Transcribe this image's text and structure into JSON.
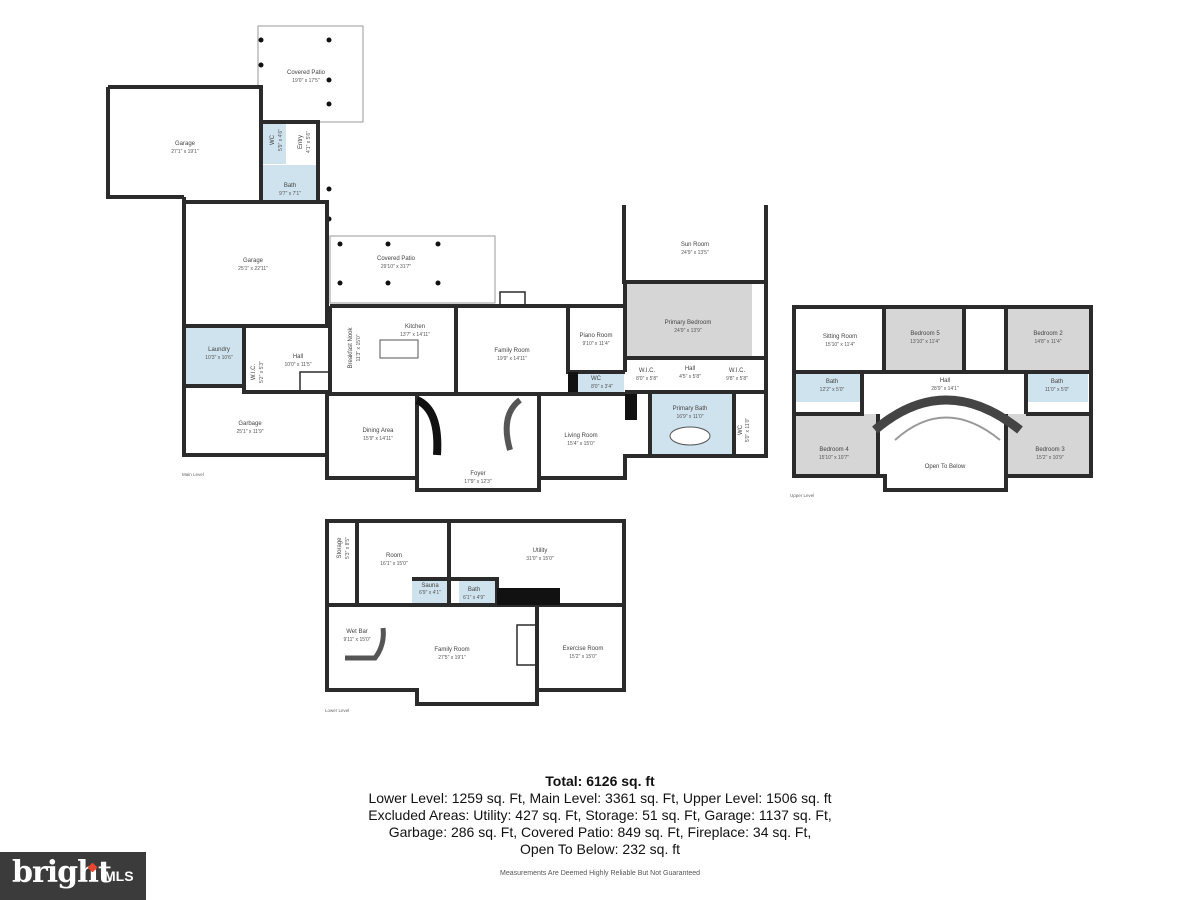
{
  "levels": {
    "main": "Main Level",
    "upper": "Upper Level",
    "lower": "Lower Level"
  },
  "rooms": {
    "covered_patio_top": {
      "name": "Covered Patio",
      "dim": "19'0\" x 17'5\""
    },
    "garage_1": {
      "name": "Garage",
      "dim": "27'1\" x 19'1\""
    },
    "wc_main": {
      "name": "WC",
      "dim": "5'9\" x 4'6\""
    },
    "entry": {
      "name": "Entry",
      "dim": "4'1\" x 5'6\""
    },
    "bath_main": {
      "name": "Bath",
      "dim": "9'7\" x 7'1\""
    },
    "garage_2": {
      "name": "Garage",
      "dim": "25'1\" x 22'11\""
    },
    "covered_patio_mid": {
      "name": "Covered Patio",
      "dim": "29'10\" x 31'7\""
    },
    "sun_room": {
      "name": "Sun Room",
      "dim": "24'9\" x 13'5\""
    },
    "primary_bedroom": {
      "name": "Primary Bedroom",
      "dim": "24'9\" x 13'9\""
    },
    "laundry": {
      "name": "Laundry",
      "dim": "10'3\" x 10'6\""
    },
    "wic_laundry": {
      "name": "W.I.C.",
      "dim": "5'2\" x 5'3\""
    },
    "hall_main": {
      "name": "Hall",
      "dim": "10'0\" x 11'5\""
    },
    "breakfast_nook": {
      "name": "Breakfast Nook",
      "dim": "11'3\" x 15'0\""
    },
    "kitchen": {
      "name": "Kitchen",
      "dim": "13'7\" x 14'11\""
    },
    "family_room_main": {
      "name": "Family Room",
      "dim": "19'9\" x 14'11\""
    },
    "piano_room": {
      "name": "Piano Room",
      "dim": "9'10\" x 11'4\""
    },
    "wc_piano": {
      "name": "WC",
      "dim": "8'0\" x 3'4\""
    },
    "wic_1": {
      "name": "W.I.C.",
      "dim": "8'0\" x 5'8\""
    },
    "hall_primary": {
      "name": "Hall",
      "dim": "4'5\" x 5'8\""
    },
    "wic_2": {
      "name": "W.I.C.",
      "dim": "9'8\" x 5'8\""
    },
    "garbage": {
      "name": "Garbage",
      "dim": "25'1\" x 11'9\""
    },
    "dining_area": {
      "name": "Dining Area",
      "dim": "15'9\" x 14'11\""
    },
    "foyer": {
      "name": "Foyer",
      "dim": "17'9\" x 12'3\""
    },
    "living_room": {
      "name": "Living Room",
      "dim": "15'4\" x 15'0\""
    },
    "primary_bath": {
      "name": "Primary Bath",
      "dim": "16'9\" x 11'0\""
    },
    "primary_wc": {
      "name": "WC",
      "dim": "5'0\" x 11'0\""
    },
    "sitting_room": {
      "name": "Sitting Room",
      "dim": "15'10\" x 11'4\""
    },
    "bedroom_5": {
      "name": "Bedroom 5",
      "dim": "13'10\" x 11'4\""
    },
    "bedroom_2": {
      "name": "Bedroom 2",
      "dim": "14'8\" x 11'4\""
    },
    "bath_up_left": {
      "name": "Bath",
      "dim": "12'2\" x 5'0\""
    },
    "hall_upper": {
      "name": "Hall",
      "dim": "28'9\" x 14'1\""
    },
    "bath_up_right": {
      "name": "Bath",
      "dim": "11'0\" x 5'0\""
    },
    "bedroom_4": {
      "name": "Bedroom 4",
      "dim": "15'10\" x 10'7\""
    },
    "open_to_below": {
      "name": "Open To Below",
      "dim": ""
    },
    "bedroom_3": {
      "name": "Bedroom 3",
      "dim": "15'2\" x 10'9\""
    },
    "storage": {
      "name": "Storage",
      "dim": "5'3\" x 8'5\""
    },
    "room_lower": {
      "name": "Room",
      "dim": "16'1\" x 15'0\""
    },
    "utility": {
      "name": "Utility",
      "dim": "31'0\" x 15'0\""
    },
    "sauna": {
      "name": "Sauna",
      "dim": "6'9\" x 4'1\""
    },
    "bath_lower": {
      "name": "Bath",
      "dim": "6'1\" x 4'9\""
    },
    "wet_bar": {
      "name": "Wet Bar",
      "dim": "9'11\" x 15'0\""
    },
    "family_room_lower": {
      "name": "Family Room",
      "dim": "27'5\" x 19'1\""
    },
    "exercise_room": {
      "name": "Exercise Room",
      "dim": "15'2\" x 15'0\""
    }
  },
  "summary": {
    "total": "Total: 6126 sq. ft",
    "line1": "Lower Level: 1259 sq. Ft, Main Level: 3361 sq. Ft, Upper Level: 1506 sq. ft",
    "line2": "Excluded Areas: Utility: 427 sq. Ft, Storage: 51 sq. Ft, Garage: 1137 sq. Ft,",
    "line3": "Garbage: 286 sq. Ft, Covered Patio: 849 sq. Ft, Fireplace: 34 sq. Ft,",
    "line4": "Open To Below: 232 sq. ft"
  },
  "disclaimer": "Measurements Are Deemed Highly Reliable But Not Guaranteed",
  "logo": {
    "word": "bright",
    "suffix": "MLS"
  },
  "colors": {
    "wall": "#2b2b2b",
    "gray_room": "#d6d6d6",
    "bath_blue": "#cfe3ee",
    "logo_bg": "#3b3b3b",
    "logo_accent": "#e8452c"
  }
}
